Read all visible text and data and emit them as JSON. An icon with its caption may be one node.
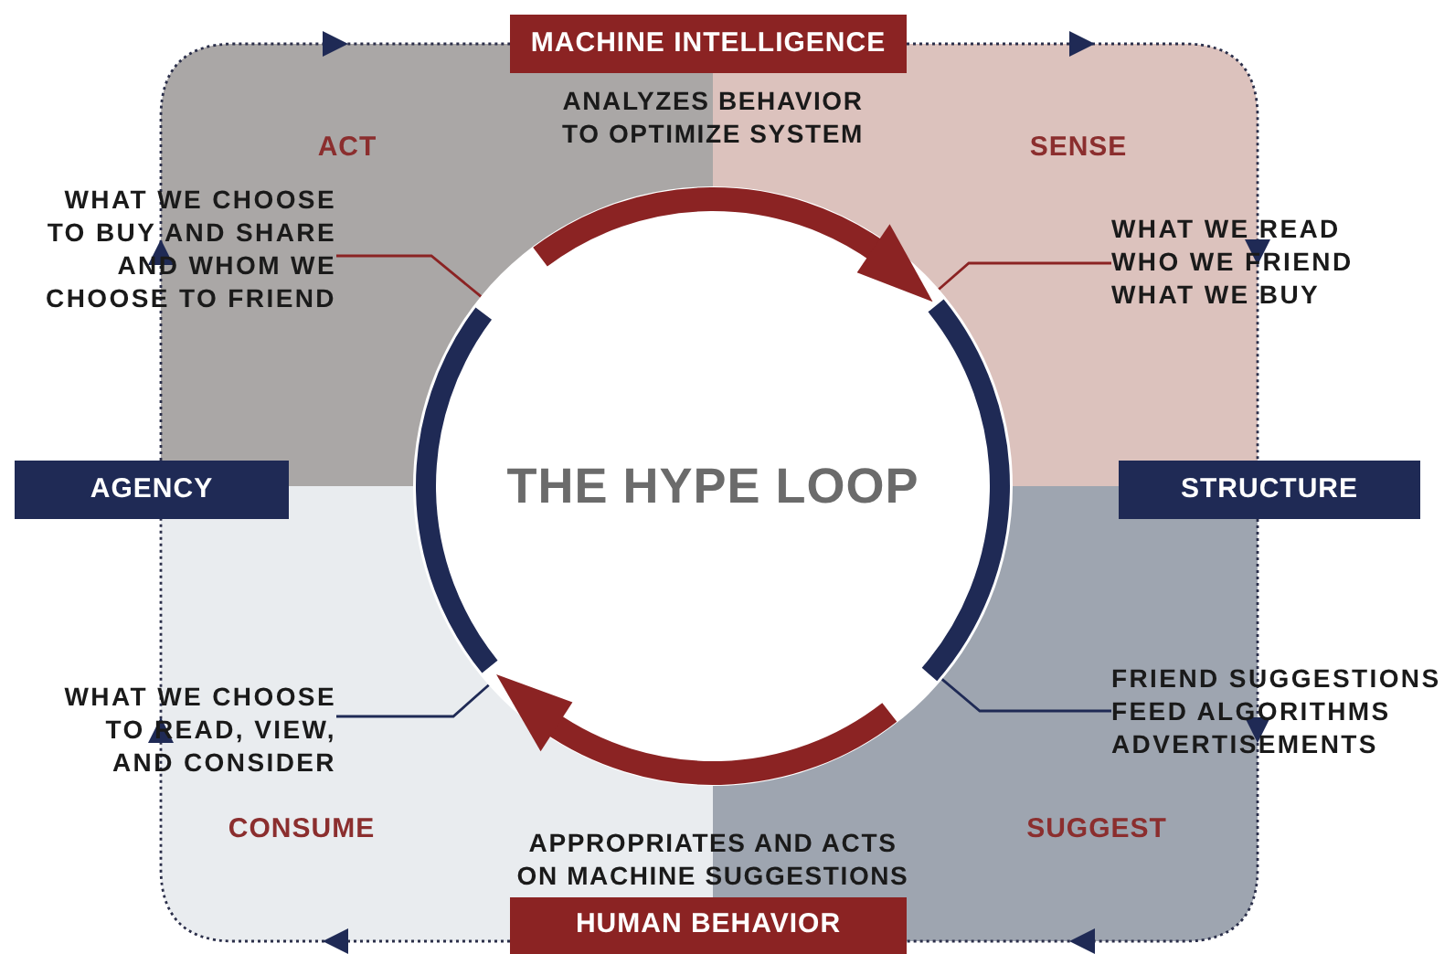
{
  "diagram": {
    "nodes": [
      {
        "text": [
          "MACHINE INTELLIGENCE"
        ],
        "beside": [
          "ANALYZES BEHAVIOR TO OPTIMIZE SYSTEM"
        ]
      },
      {
        "text": [
          "WHAT WE CHOOSE TO BUY AND SHARE AND WHOM WE CHOOSE TO FRIEND"
        ]
      },
      {
        "text": [
          "WHAT WE READ WHO WE FRIEND WHAT WE BUY"
        ]
      },
      {
        "text": [
          "AGENCY"
        ]
      },
      {
        "text": [
          "THE HYPE LOOP"
        ]
      },
      {
        "text": [
          "STRUCTURE"
        ]
      },
      {
        "text": [
          "FRIEND SUGGESTIONS FEED ALGORITHMS ADVERTISEMENTS"
        ]
      },
      {
        "text": [
          "WHAT WE CHOOSE TO READ, VIEW, AND CONSIDER"
        ]
      },
      {
        "text": [
          "HUMAN BEHAVIOR"
        ],
        "beside": [
          "APPROPRIATES AND ACTS ON MACHINE SUGGESTIONS"
        ]
      }
    ],
    "edges": [
      {
        "from": 3,
        "to": 0,
        "arrow": "to",
        "style": "dashed"
      },
      {
        "from": 0,
        "to": 5,
        "arrow": "to",
        "style": "dashed"
      },
      {
        "from": 5,
        "to": 8,
        "arrow": "to",
        "style": "dashed"
      },
      {
        "from": 8,
        "to": 3,
        "arrow": "to",
        "style": "dashed"
      },
      {
        "from": 1,
        "to": 4,
        "arrow": "none",
        "color": "#8b2323"
      },
      {
        "from": 2,
        "to": 4,
        "arrow": "none",
        "color": "#8b2323"
      },
      {
        "from": 7,
        "to": 4,
        "arrow": "none",
        "color": "#1f2a55"
      },
      {
        "from": 6,
        "to": 4,
        "arrow": "none",
        "color": "#1f2a55"
      }
    ],
    "labels": [
      "ACT",
      "SENSE",
      "CONSUME",
      "SUGGEST"
    ]
  }
}
